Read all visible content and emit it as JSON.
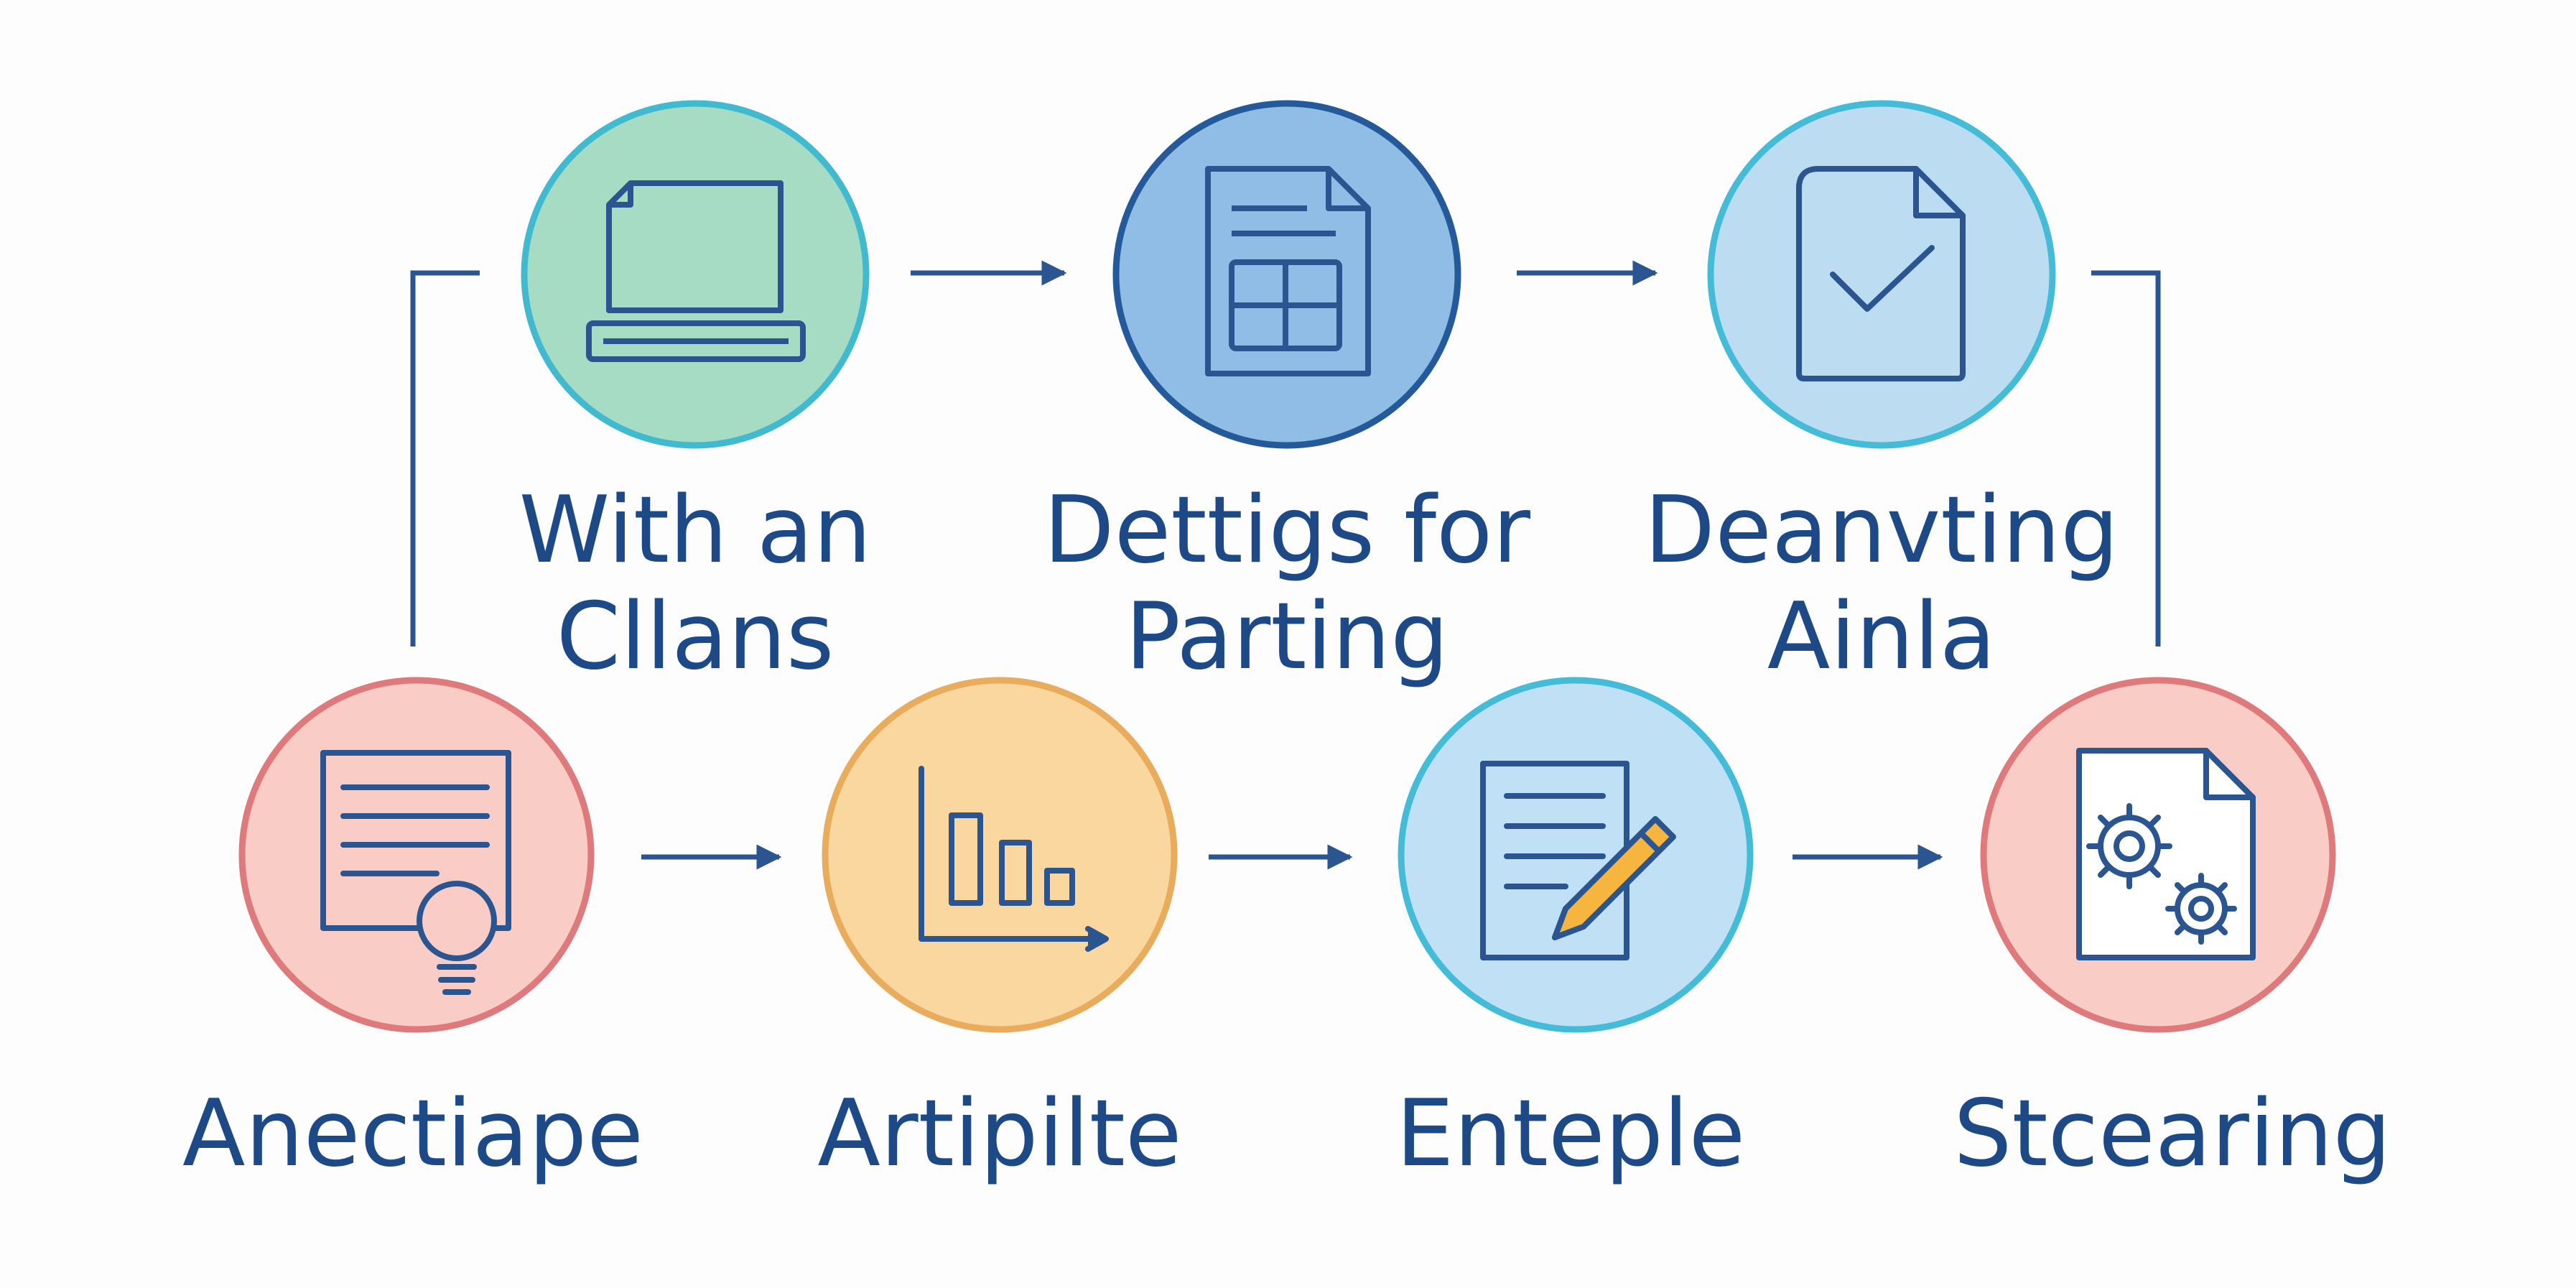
{
  "colors": {
    "ink": "#1d4a86",
    "connector": "#2b5591",
    "background": "#fdfdfe"
  },
  "steps": [
    {
      "id": "top-1",
      "icon": "printer-icon",
      "fill": "#a6dcc4",
      "ring": "#41bad0",
      "lines": [
        "With an",
        "Cllans"
      ]
    },
    {
      "id": "top-2",
      "icon": "spreadsheet-document-icon",
      "fill": "#90bde6",
      "ring": "#255a9a",
      "lines": [
        "Dettigs for",
        "Parting"
      ]
    },
    {
      "id": "top-3",
      "icon": "checked-document-icon",
      "fill": "#bcdcf2",
      "ring": "#44bcd8",
      "lines": [
        "Deanvting",
        "Ainla"
      ]
    },
    {
      "id": "bottom-1",
      "icon": "document-lightbulb-icon",
      "fill": "#f9ccc6",
      "ring": "#de7a7c",
      "lines": [
        "Anectiape"
      ]
    },
    {
      "id": "bottom-2",
      "icon": "bar-chart-icon",
      "fill": "#fbd7a0",
      "ring": "#e8ac5c",
      "lines": [
        "Artipilte"
      ]
    },
    {
      "id": "bottom-3",
      "icon": "document-pencil-icon",
      "fill": "#c0e0f6",
      "ring": "#44bcd8",
      "lines": [
        "Enteple"
      ]
    },
    {
      "id": "bottom-4",
      "icon": "document-gears-icon",
      "fill": "#f9ccc6",
      "ring": "#de7a7c",
      "lines": [
        "Stcearing"
      ]
    }
  ]
}
